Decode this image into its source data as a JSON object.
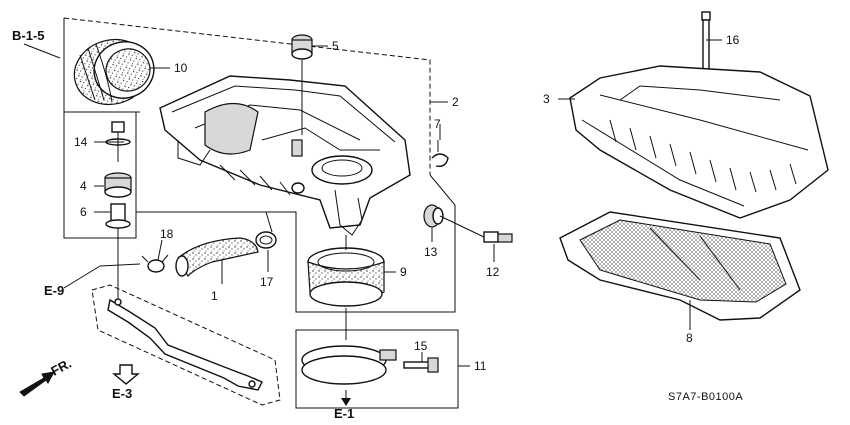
{
  "diagram": {
    "drawing_code": "S7A7-B0100A",
    "direction_label": "FR.",
    "reference_labels": {
      "b_1_5": "B-1-5",
      "e_9": "E-9",
      "e_3": "E-3",
      "e_1": "E-1"
    },
    "callouts": {
      "p1": "1",
      "p2": "2",
      "p3": "3",
      "p4": "4",
      "p5": "5",
      "p6": "6",
      "p7": "7",
      "p8": "8",
      "p9": "9",
      "p10": "10",
      "p11": "11",
      "p12": "12",
      "p13": "13",
      "p14": "14",
      "p15": "15",
      "p16": "16",
      "p17": "17",
      "p18": "18"
    }
  }
}
